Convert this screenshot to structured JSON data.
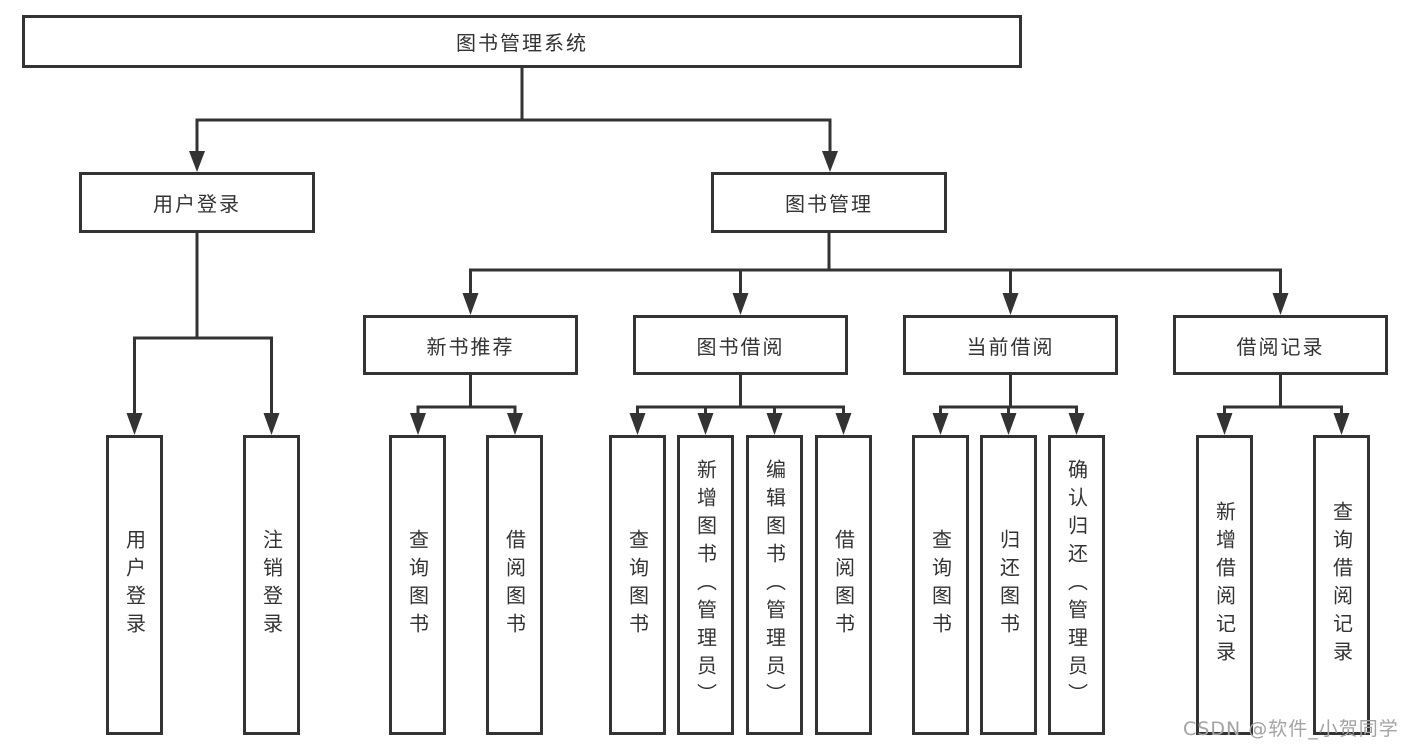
{
  "tree": {
    "root": {
      "label": "图书管理系统"
    },
    "branches": [
      {
        "label": "用户登录",
        "children": [
          {
            "label": "用户登录"
          },
          {
            "label": "注销登录"
          }
        ]
      },
      {
        "label": "图书管理",
        "children": [
          {
            "label": "新书推荐",
            "children": [
              {
                "label": "查询图书"
              },
              {
                "label": "借阅图书"
              }
            ]
          },
          {
            "label": "图书借阅",
            "children": [
              {
                "label": "查询图书"
              },
              {
                "label": "新增图书（管理员）"
              },
              {
                "label": "编辑图书（管理员）"
              },
              {
                "label": "借阅图书"
              }
            ]
          },
          {
            "label": "当前借阅",
            "children": [
              {
                "label": "查询图书"
              },
              {
                "label": "归还图书"
              },
              {
                "label": "确认归还（管理员）"
              }
            ]
          },
          {
            "label": "借阅记录",
            "children": [
              {
                "label": "新增借阅记录"
              },
              {
                "label": "查询借阅记录"
              }
            ]
          }
        ]
      }
    ]
  },
  "watermark": {
    "text": "CSDN @软件_小贺同学"
  },
  "colors": {
    "line": "#333333",
    "box_background": "#ffffff",
    "text": "#333333",
    "watermark": "#a3a3a3"
  }
}
